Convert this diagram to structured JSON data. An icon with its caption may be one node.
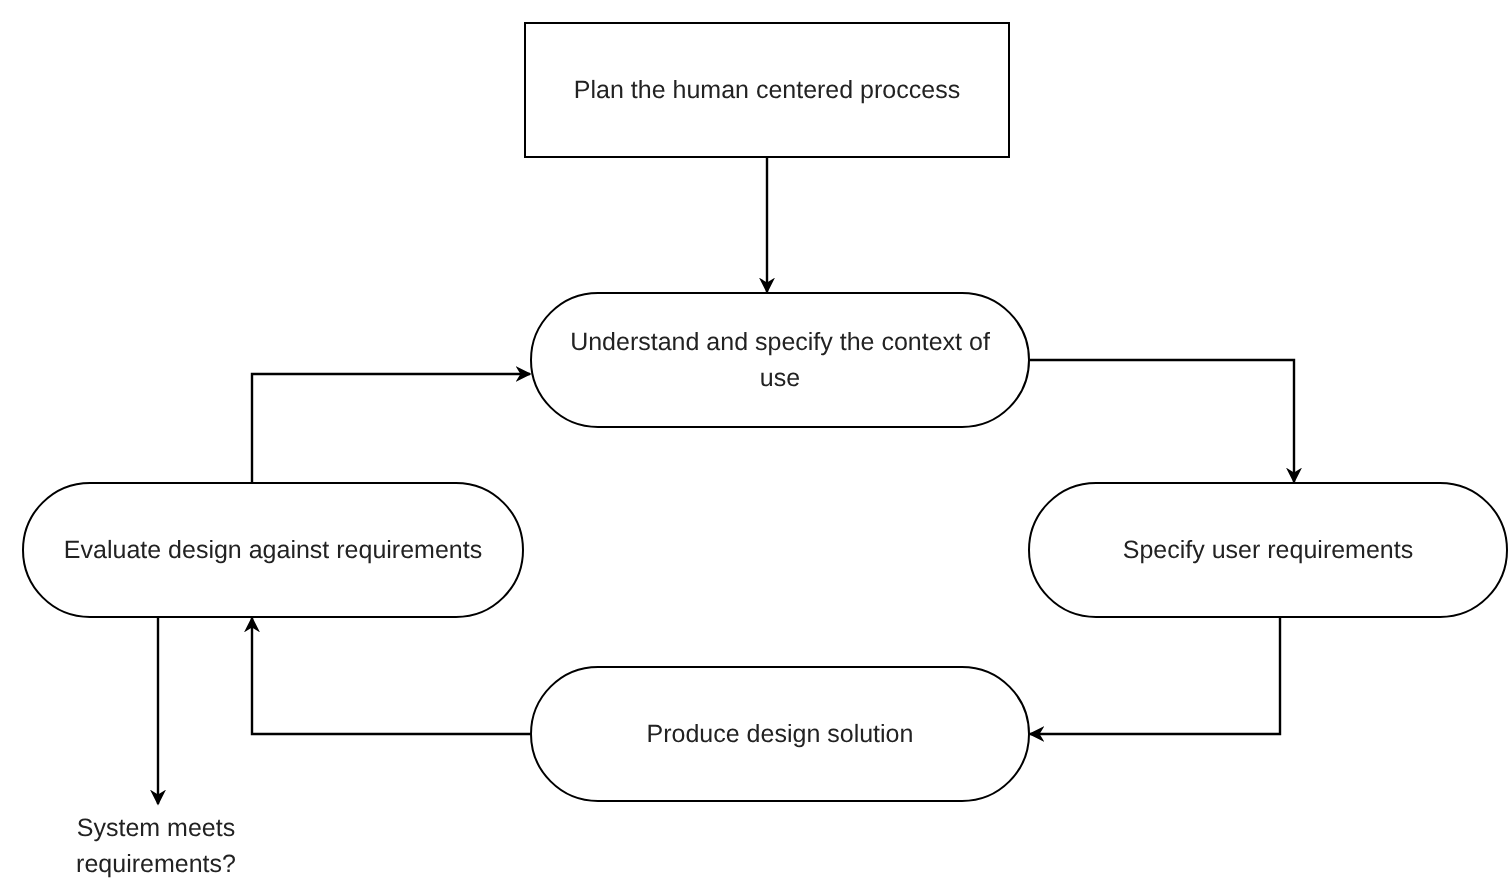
{
  "diagram": {
    "nodes": [
      {
        "text": [
          "Plan the human centered proccess"
        ]
      },
      {
        "text": [
          "Understand and specify the context of use"
        ]
      },
      {
        "text": [
          "Specify user requirements"
        ]
      },
      {
        "text": [
          "Produce design solution"
        ]
      },
      {
        "text": [
          "Evaluate design against requirements"
        ]
      },
      {
        "text": [
          "System meets requirements?"
        ]
      }
    ],
    "edges": [
      {
        "from": 0,
        "to": 1,
        "arrow": "to"
      },
      {
        "from": 1,
        "to": 2,
        "arrow": "to"
      },
      {
        "from": 2,
        "to": 3,
        "arrow": "to"
      },
      {
        "from": 3,
        "to": 4,
        "arrow": "to"
      },
      {
        "from": 4,
        "to": 1,
        "arrow": "to"
      },
      {
        "from": 4,
        "to": 5,
        "arrow": "to"
      }
    ]
  }
}
